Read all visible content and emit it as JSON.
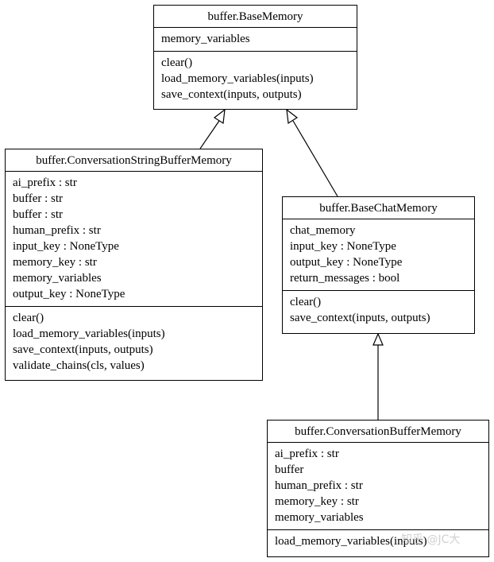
{
  "classes": {
    "base_memory": {
      "name": "buffer.BaseMemory",
      "attributes": [
        "memory_variables"
      ],
      "methods": [
        "clear()",
        "load_memory_variables(inputs)",
        "save_context(inputs, outputs)"
      ]
    },
    "conversation_string_buffer_memory": {
      "name": "buffer.ConversationStringBufferMemory",
      "attributes": [
        "ai_prefix : str",
        "buffer : str",
        "buffer : str",
        "human_prefix : str",
        "input_key : NoneType",
        "memory_key : str",
        "memory_variables",
        "output_key : NoneType"
      ],
      "methods": [
        "clear()",
        "load_memory_variables(inputs)",
        "save_context(inputs, outputs)",
        "validate_chains(cls, values)"
      ]
    },
    "base_chat_memory": {
      "name": "buffer.BaseChatMemory",
      "attributes": [
        "chat_memory",
        "input_key : NoneType",
        "output_key : NoneType",
        "return_messages : bool"
      ],
      "methods": [
        "clear()",
        "save_context(inputs, outputs)"
      ]
    },
    "conversation_buffer_memory": {
      "name": "buffer.ConversationBufferMemory",
      "attributes": [
        "ai_prefix : str",
        "buffer",
        "human_prefix : str",
        "memory_key : str",
        "memory_variables"
      ],
      "methods": [
        "load_memory_variables(inputs)"
      ]
    }
  },
  "watermark": "知乎 @JC大"
}
